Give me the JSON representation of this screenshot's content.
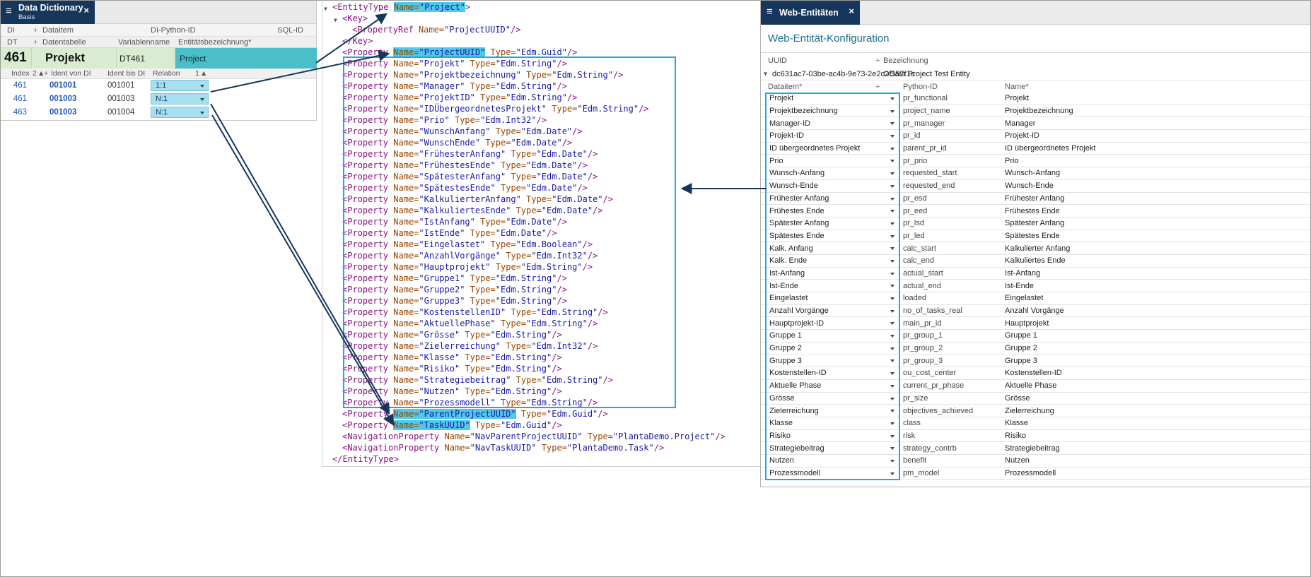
{
  "icons": {
    "menu": "≡",
    "close": "×",
    "plus": "+",
    "sort_asc": "▲",
    "expand_node": "▼",
    "collapse": "▾"
  },
  "colors": {
    "titlebar_navy": "#16365c",
    "highlight_cyan": "#4ec9e8",
    "selection_box_blue": "#1fa8e0",
    "entity_cell_teal": "#4bbfc9",
    "record_row_green": "#d9ecd2",
    "relation_cell_cyan": "#a6dff0",
    "heading_teal": "#1b6e8f",
    "id_link_blue": "#1f57b5",
    "xml_tag": "#881280",
    "xml_attr": "#994500",
    "xml_value": "#1a1aa6"
  },
  "left_panel": {
    "tab": {
      "title": "Data Dictionary",
      "subtitle": "Basis"
    },
    "dd_table": {
      "h1": {
        "c1": "DI",
        "c2": "Dataitem",
        "c3": "DI-Python-ID",
        "c4": "SQL-ID"
      },
      "h2": {
        "c1": "DT",
        "c2": "Datentabelle",
        "c3": "Variablenname",
        "c4": "Entitätsbezeichnung*"
      },
      "record": {
        "di": "461",
        "dataitem": "Projekt",
        "python_id": "DT461",
        "entity_name": "Project"
      }
    },
    "relation_table": {
      "h": {
        "index": "Index",
        "sort2": "2",
        "ident_von": "Ident von DI",
        "ident_bis": "Ident bis DI",
        "relation": "Relation",
        "sort1": "1"
      },
      "rows": [
        {
          "index": "461",
          "ident_von": "001001",
          "ident_bis": "001001",
          "relation": "1:1"
        },
        {
          "index": "461",
          "ident_von": "001003",
          "ident_bis": "001003",
          "relation": "N:1"
        },
        {
          "index": "463",
          "ident_von": "001003",
          "ident_bis": "001004",
          "relation": "N:1"
        }
      ]
    }
  },
  "xml_panel": {
    "root_tag": "EntityType",
    "root_name": "Project",
    "key_tag": "Key",
    "propertyref_tag": "PropertyRef",
    "property_tag": "Property",
    "nav_tag": "NavigationProperty",
    "key_propertyref": "ProjectUUID",
    "properties_before_box": [
      {
        "name": "ProjectUUID",
        "type": "Edm.Guid",
        "highlight": true
      }
    ],
    "properties_in_box": [
      {
        "name": "Projekt",
        "type": "Edm.String"
      },
      {
        "name": "Projektbezeichnung",
        "type": "Edm.String"
      },
      {
        "name": "Manager",
        "type": "Edm.String"
      },
      {
        "name": "ProjektID",
        "type": "Edm.String"
      },
      {
        "name": "IDÜbergeordnetesProjekt",
        "type": "Edm.String"
      },
      {
        "name": "Prio",
        "type": "Edm.Int32"
      },
      {
        "name": "WunschAnfang",
        "type": "Edm.Date"
      },
      {
        "name": "WunschEnde",
        "type": "Edm.Date"
      },
      {
        "name": "FrühesterAnfang",
        "type": "Edm.Date"
      },
      {
        "name": "FrühestesEnde",
        "type": "Edm.Date"
      },
      {
        "name": "SpätesterAnfang",
        "type": "Edm.Date"
      },
      {
        "name": "SpätestesEnde",
        "type": "Edm.Date"
      },
      {
        "name": "KalkulierterAnfang",
        "type": "Edm.Date"
      },
      {
        "name": "KalkuliertesEnde",
        "type": "Edm.Date"
      },
      {
        "name": "IstAnfang",
        "type": "Edm.Date"
      },
      {
        "name": "IstEnde",
        "type": "Edm.Date"
      },
      {
        "name": "Eingelastet",
        "type": "Edm.Boolean"
      },
      {
        "name": "AnzahlVorgänge",
        "type": "Edm.Int32"
      },
      {
        "name": "Hauptprojekt",
        "type": "Edm.String"
      },
      {
        "name": "Gruppe1",
        "type": "Edm.String"
      },
      {
        "name": "Gruppe2",
        "type": "Edm.String"
      },
      {
        "name": "Gruppe3",
        "type": "Edm.String"
      },
      {
        "name": "KostenstellenID",
        "type": "Edm.String"
      },
      {
        "name": "AktuellePhase",
        "type": "Edm.String"
      },
      {
        "name": "Grösse",
        "type": "Edm.String"
      },
      {
        "name": "Zielerreichung",
        "type": "Edm.Int32"
      },
      {
        "name": "Klasse",
        "type": "Edm.String"
      },
      {
        "name": "Risiko",
        "type": "Edm.String"
      },
      {
        "name": "Strategiebeitrag",
        "type": "Edm.String"
      },
      {
        "name": "Nutzen",
        "type": "Edm.String"
      },
      {
        "name": "Prozessmodell",
        "type": "Edm.String"
      }
    ],
    "properties_after_box": [
      {
        "name": "ParentProjectUUID",
        "type": "Edm.Guid",
        "highlight": true
      },
      {
        "name": "TaskUUID",
        "type": "Edm.Guid",
        "highlight": true
      }
    ],
    "navigation_properties": [
      {
        "name": "NavParentProjectUUID",
        "type": "PlantaDemo.Project"
      },
      {
        "name": "NavTaskUUID",
        "type": "PlantaDemo.Task"
      }
    ]
  },
  "right_panel": {
    "tab": {
      "title": "Web-Entitäten"
    },
    "heading": "Web-Entität-Konfiguration",
    "entity": {
      "uuid_label": "UUID",
      "bezeichnung_label": "Bezeichnung",
      "uuid": "dc631ac7-03be-ac4b-9e73-2e2c2f557f1a",
      "bezeichnung": "OData Project Test Entity"
    },
    "mapping": {
      "headers": {
        "dataitem": "Dataitem*",
        "python_id": "Python-ID",
        "name": "Name*"
      },
      "rows": [
        {
          "dataitem": "Projekt",
          "python_id": "pr_functional",
          "name": "Projekt"
        },
        {
          "dataitem": "Projektbezeichnung",
          "python_id": "project_name",
          "name": "Projektbezeichnung"
        },
        {
          "dataitem": "Manager-ID",
          "python_id": "pr_manager",
          "name": "Manager"
        },
        {
          "dataitem": "Projekt-ID",
          "python_id": "pr_id",
          "name": "Projekt-ID"
        },
        {
          "dataitem": "ID übergeordnetes Projekt",
          "python_id": "parent_pr_id",
          "name": "ID übergeordnetes Projekt"
        },
        {
          "dataitem": "Prio",
          "python_id": "pr_prio",
          "name": "Prio"
        },
        {
          "dataitem": "Wunsch-Anfang",
          "python_id": "requested_start",
          "name": "Wunsch-Anfang"
        },
        {
          "dataitem": "Wunsch-Ende",
          "python_id": "requested_end",
          "name": "Wunsch-Ende"
        },
        {
          "dataitem": "Frühester Anfang",
          "python_id": "pr_esd",
          "name": "Frühester Anfang"
        },
        {
          "dataitem": "Frühestes Ende",
          "python_id": "pr_eed",
          "name": "Frühestes Ende"
        },
        {
          "dataitem": "Spätester Anfang",
          "python_id": "pr_lsd",
          "name": "Spätester Anfang"
        },
        {
          "dataitem": "Spätestes Ende",
          "python_id": "pr_led",
          "name": "Spätestes Ende"
        },
        {
          "dataitem": "Kalk. Anfang",
          "python_id": "calc_start",
          "name": "Kalkulierter Anfang"
        },
        {
          "dataitem": "Kalk. Ende",
          "python_id": "calc_end",
          "name": "Kalkuliertes Ende"
        },
        {
          "dataitem": "Ist-Anfang",
          "python_id": "actual_start",
          "name": "Ist-Anfang"
        },
        {
          "dataitem": "Ist-Ende",
          "python_id": "actual_end",
          "name": "Ist-Ende"
        },
        {
          "dataitem": "Eingelastet",
          "python_id": "loaded",
          "name": "Eingelastet"
        },
        {
          "dataitem": "Anzahl Vorgänge",
          "python_id": "no_of_tasks_real",
          "name": "Anzahl Vorgänge"
        },
        {
          "dataitem": "Hauptprojekt-ID",
          "python_id": "main_pr_id",
          "name": "Hauptprojekt"
        },
        {
          "dataitem": "Gruppe 1",
          "python_id": "pr_group_1",
          "name": "Gruppe 1"
        },
        {
          "dataitem": "Gruppe 2",
          "python_id": "pr_group_2",
          "name": "Gruppe 2"
        },
        {
          "dataitem": "Gruppe 3",
          "python_id": "pr_group_3",
          "name": "Gruppe 3"
        },
        {
          "dataitem": "Kostenstellen-ID",
          "python_id": "ou_cost_center",
          "name": "Kostenstellen-ID"
        },
        {
          "dataitem": "Aktuelle Phase",
          "python_id": "current_pr_phase",
          "name": "Aktuelle Phase"
        },
        {
          "dataitem": "Grösse",
          "python_id": "pr_size",
          "name": "Grösse"
        },
        {
          "dataitem": "Zielerreichung",
          "python_id": "objectives_achieved",
          "name": "Zielerreichung"
        },
        {
          "dataitem": "Klasse",
          "python_id": "class",
          "name": "Klasse"
        },
        {
          "dataitem": "Risiko",
          "python_id": "risk",
          "name": "Risiko"
        },
        {
          "dataitem": "Strategiebeitrag",
          "python_id": "strategy_contrb",
          "name": "Strategiebeitrag"
        },
        {
          "dataitem": "Nutzen",
          "python_id": "benefit",
          "name": "Nutzen"
        },
        {
          "dataitem": "Prozessmodell",
          "python_id": "pm_model",
          "name": "Prozessmodell"
        }
      ]
    }
  }
}
